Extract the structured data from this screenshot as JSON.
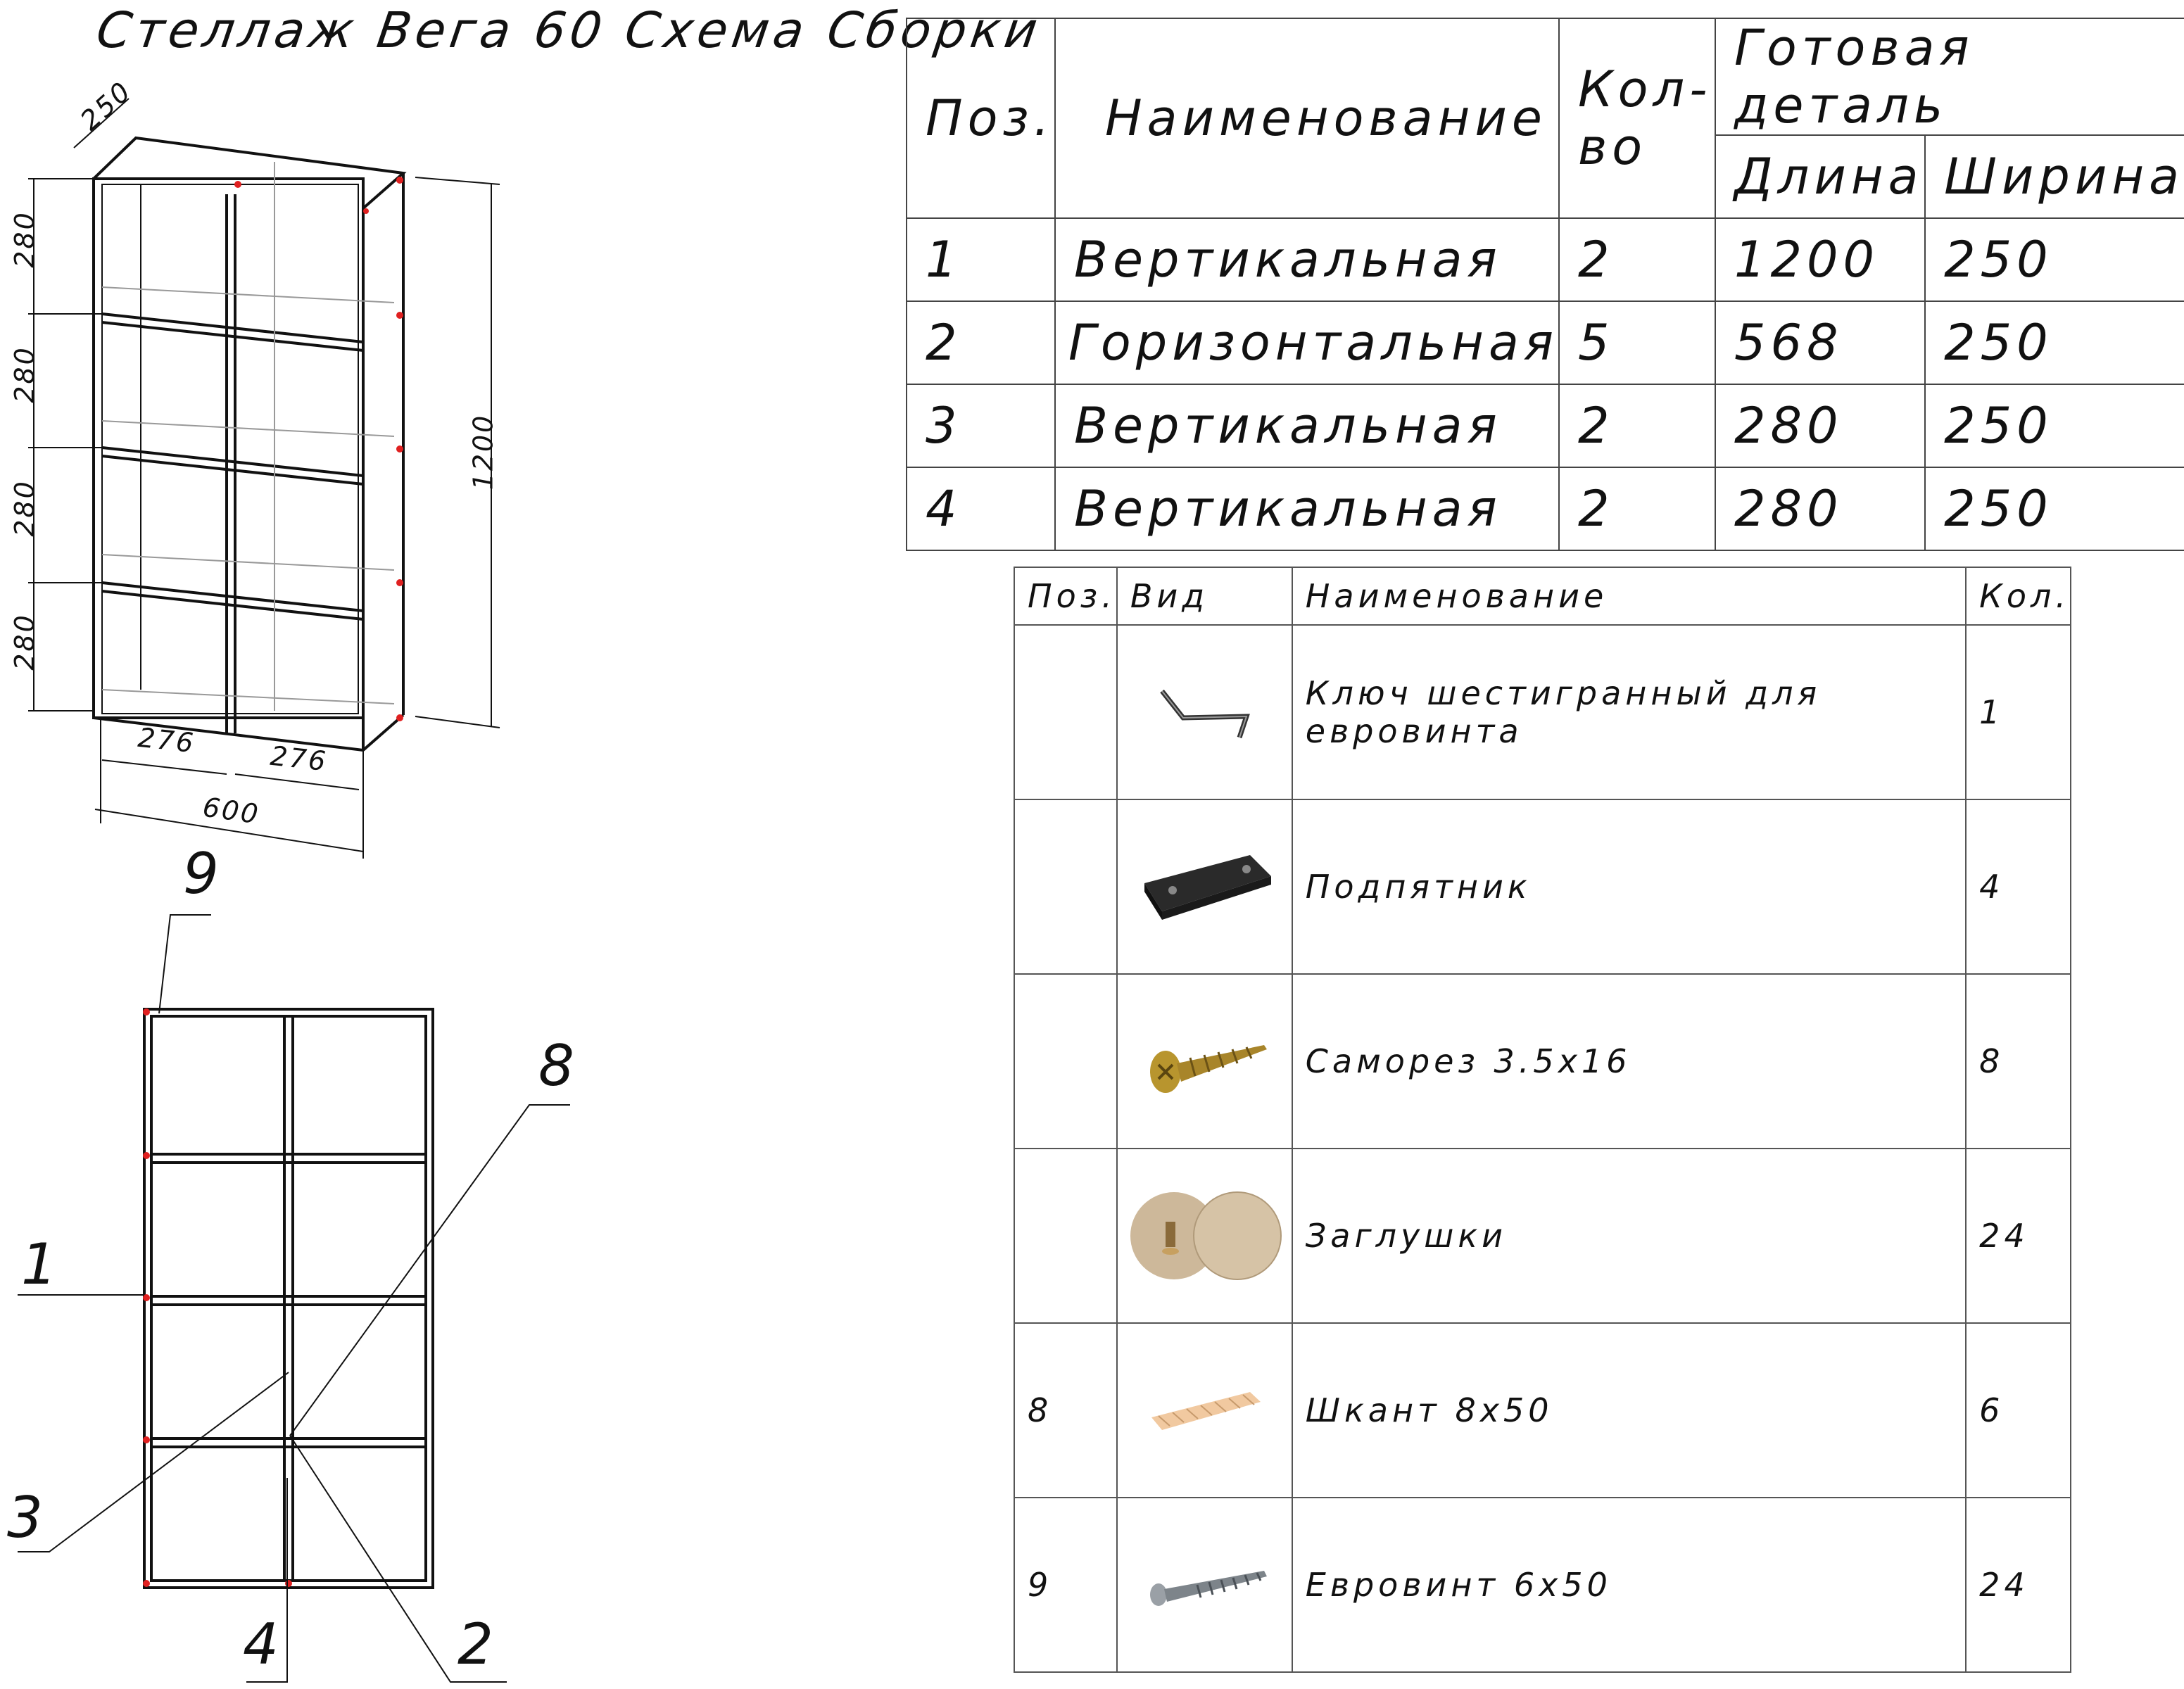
{
  "title": "Стеллаж Вега 60 Схема Сборки",
  "dimensions": {
    "depth": "250",
    "section_heights": [
      "280",
      "280",
      "280",
      "280"
    ],
    "total_height": "1200",
    "cell_widths": [
      "276",
      "276"
    ],
    "total_width": "600"
  },
  "callouts": {
    "c9": "9",
    "c8": "8",
    "c1": "1",
    "c3": "3",
    "c4": "4",
    "c2": "2"
  },
  "parts_table": {
    "headers": {
      "pos": "Поз.",
      "name": "Наименование",
      "qty": "Кол-во",
      "finished": "Готовая деталь",
      "length": "Длина",
      "width": "Ширина"
    },
    "rows": [
      {
        "pos": "1",
        "name": "Вертикальная",
        "qty": "2",
        "length": "1200",
        "width": "250"
      },
      {
        "pos": "2",
        "name": "Горизонтальная",
        "qty": "5",
        "length": "568",
        "width": "250"
      },
      {
        "pos": "3",
        "name": "Вертикальная",
        "qty": "2",
        "length": "280",
        "width": "250"
      },
      {
        "pos": "4",
        "name": "Вертикальная",
        "qty": "2",
        "length": "280",
        "width": "250"
      }
    ]
  },
  "hardware_table": {
    "headers": {
      "pos": "Поз.",
      "view": "Вид",
      "name": "Наименование",
      "qty": "Кол."
    },
    "rows": [
      {
        "pos": "",
        "icon": "hex-key-icon",
        "name": "Ключ шестигранный для евровинта",
        "qty": "1"
      },
      {
        "pos": "",
        "icon": "foot-pad-icon",
        "name": "Подпятник",
        "qty": "4"
      },
      {
        "pos": "",
        "icon": "screw-icon",
        "name": "Саморез 3.5x16",
        "qty": "8"
      },
      {
        "pos": "",
        "icon": "cap-plugs-icon",
        "name": "Заглушки",
        "qty": "24"
      },
      {
        "pos": "8",
        "icon": "dowel-icon",
        "name": "Шкант 8x50",
        "qty": "6"
      },
      {
        "pos": "9",
        "icon": "euro-screw-icon",
        "name": "Евровинт 6x50",
        "qty": "24"
      }
    ]
  },
  "colors": {
    "line": "#111111",
    "marker": "#e02020",
    "grey": "#9a9a9a"
  }
}
